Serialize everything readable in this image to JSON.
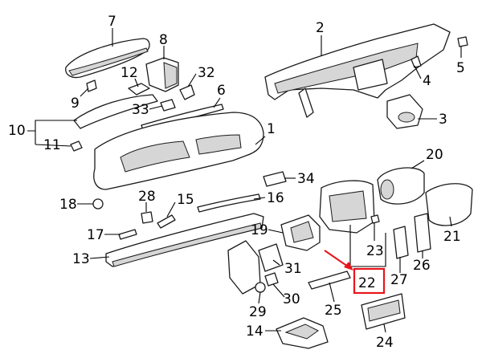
{
  "callouts": [
    {
      "id": "7",
      "label": "7"
    },
    {
      "id": "8",
      "label": "8"
    },
    {
      "id": "2",
      "label": "2"
    },
    {
      "id": "5",
      "label": "5"
    },
    {
      "id": "12",
      "label": "12"
    },
    {
      "id": "32",
      "label": "32"
    },
    {
      "id": "4",
      "label": "4"
    },
    {
      "id": "9",
      "label": "9"
    },
    {
      "id": "6",
      "label": "6"
    },
    {
      "id": "33",
      "label": "33"
    },
    {
      "id": "3",
      "label": "3"
    },
    {
      "id": "10",
      "label": "10"
    },
    {
      "id": "1",
      "label": "1"
    },
    {
      "id": "11",
      "label": "11"
    },
    {
      "id": "20",
      "label": "20"
    },
    {
      "id": "34",
      "label": "34"
    },
    {
      "id": "18",
      "label": "18"
    },
    {
      "id": "28",
      "label": "28"
    },
    {
      "id": "15",
      "label": "15"
    },
    {
      "id": "16",
      "label": "16"
    },
    {
      "id": "17",
      "label": "17"
    },
    {
      "id": "19",
      "label": "19"
    },
    {
      "id": "23",
      "label": "23"
    },
    {
      "id": "21",
      "label": "21"
    },
    {
      "id": "13",
      "label": "13"
    },
    {
      "id": "31",
      "label": "31"
    },
    {
      "id": "22",
      "label": "22"
    },
    {
      "id": "27",
      "label": "27"
    },
    {
      "id": "26",
      "label": "26"
    },
    {
      "id": "30",
      "label": "30"
    },
    {
      "id": "29",
      "label": "29"
    },
    {
      "id": "25",
      "label": "25"
    },
    {
      "id": "14",
      "label": "14"
    },
    {
      "id": "24",
      "label": "24"
    }
  ],
  "highlight": {
    "callout": "22",
    "color": "#e8141b"
  }
}
